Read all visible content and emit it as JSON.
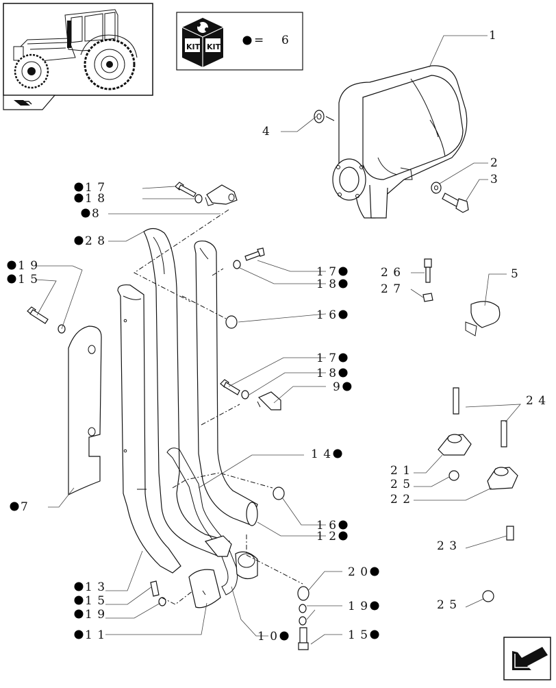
{
  "kit": {
    "equals": "=",
    "value": "6",
    "badge_text": "KIT"
  },
  "callouts": [
    {
      "id": "c1",
      "text": "1",
      "kit": false
    },
    {
      "id": "c2",
      "text": "2",
      "kit": false
    },
    {
      "id": "c3",
      "text": "3",
      "kit": false
    },
    {
      "id": "c4",
      "text": "4",
      "kit": false
    },
    {
      "id": "c5",
      "text": "5",
      "kit": false
    },
    {
      "id": "c17a",
      "text": "1 7",
      "kit": true
    },
    {
      "id": "c18a",
      "text": "1 8",
      "kit": true
    },
    {
      "id": "c8",
      "text": "8",
      "kit": true
    },
    {
      "id": "c28",
      "text": "2 8",
      "kit": true
    },
    {
      "id": "c19a",
      "text": "1 9",
      "kit": true
    },
    {
      "id": "c15a",
      "text": "1 5",
      "kit": true
    },
    {
      "id": "c7",
      "text": "7",
      "kit": true
    },
    {
      "id": "c17b",
      "text": "1 7",
      "kit": true
    },
    {
      "id": "c18b",
      "text": "1 8",
      "kit": true
    },
    {
      "id": "c16a",
      "text": "1 6",
      "kit": true
    },
    {
      "id": "c17c",
      "text": "1 7",
      "kit": true
    },
    {
      "id": "c18c",
      "text": "1 8",
      "kit": true
    },
    {
      "id": "c9",
      "text": "9",
      "kit": true
    },
    {
      "id": "c14",
      "text": "1 4",
      "kit": true
    },
    {
      "id": "c16b",
      "text": "1 6",
      "kit": true
    },
    {
      "id": "c12",
      "text": "1 2",
      "kit": true
    },
    {
      "id": "c20",
      "text": "2 0",
      "kit": true
    },
    {
      "id": "c19b",
      "text": "1 9",
      "kit": true
    },
    {
      "id": "c15b",
      "text": "1 5",
      "kit": true
    },
    {
      "id": "c10",
      "text": "1 0",
      "kit": true
    },
    {
      "id": "c13",
      "text": "1 3",
      "kit": true
    },
    {
      "id": "c15c",
      "text": "1 5",
      "kit": true
    },
    {
      "id": "c19c",
      "text": "1 9",
      "kit": true
    },
    {
      "id": "c11",
      "text": "1 1",
      "kit": true
    },
    {
      "id": "c26",
      "text": "2 6",
      "kit": false
    },
    {
      "id": "c27",
      "text": "2 7",
      "kit": false
    },
    {
      "id": "c24",
      "text": "2 4",
      "kit": false
    },
    {
      "id": "c21",
      "text": "2 1",
      "kit": false
    },
    {
      "id": "c25a",
      "text": "2 5",
      "kit": false
    },
    {
      "id": "c22",
      "text": "2 2",
      "kit": false
    },
    {
      "id": "c23",
      "text": "2 3",
      "kit": false
    },
    {
      "id": "c25b",
      "text": "2 5",
      "kit": false
    }
  ]
}
